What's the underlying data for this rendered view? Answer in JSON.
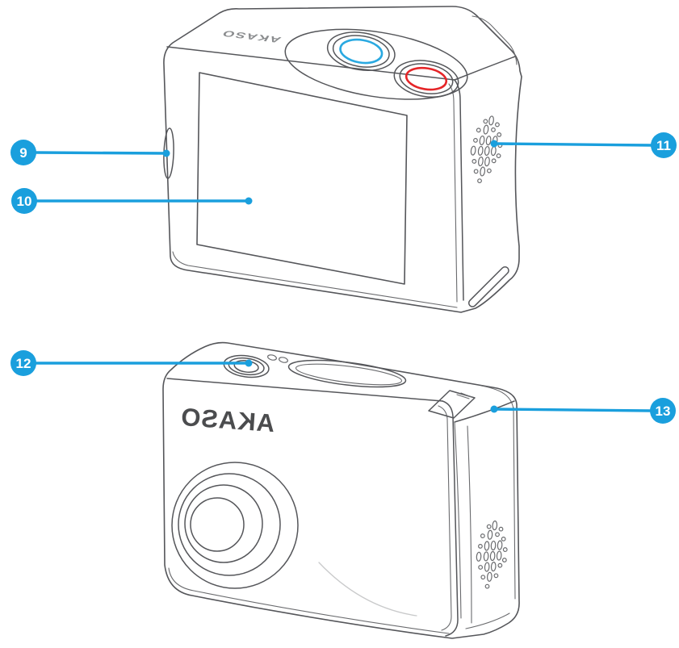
{
  "figure": {
    "brand": "AKASO",
    "callouts": {
      "c9": {
        "label": "9"
      },
      "c10": {
        "label": "10"
      },
      "c11": {
        "label": "11"
      },
      "c12": {
        "label": "12"
      },
      "c13": {
        "label": "13"
      }
    }
  },
  "colors": {
    "callout_blue": "#1A9FDD",
    "shutter_blue": "#2AA9E1",
    "record_red": "#E52528",
    "outline_gray": "#55565A"
  }
}
